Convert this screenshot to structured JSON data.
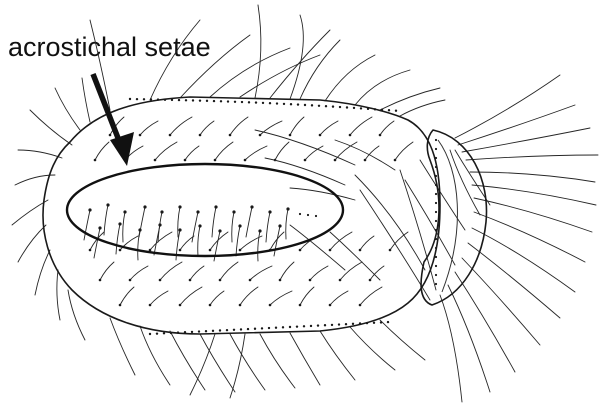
{
  "label": {
    "text": "acrostichal setae"
  },
  "colors": {
    "ink": "#1a1a1a",
    "background": "#ffffff"
  },
  "highlight": {
    "shape": "ellipse"
  },
  "annotation_arrow": {
    "direction": "down-right"
  }
}
